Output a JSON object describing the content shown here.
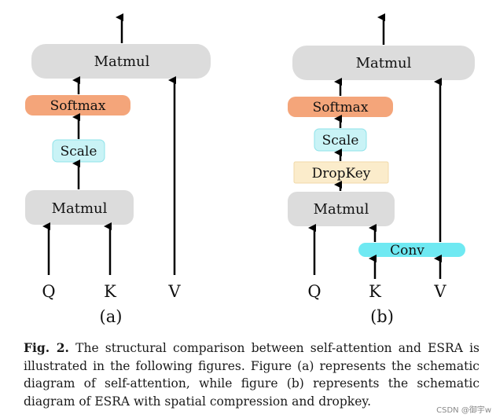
{
  "colors": {
    "matmul": "#dcdcdc",
    "softmax": "#f4a57a",
    "scale": "#c9f3f6",
    "scale_border": "#8fe3ea",
    "dropkey": "#fbeccb",
    "dropkey_border": "#f0d9a8",
    "conv": "#6fe9f2",
    "arrow": "#000000"
  },
  "panel_a": {
    "matmul_top": "Matmul",
    "softmax": "Softmax",
    "scale": "Scale",
    "matmul_bottom": "Matmul",
    "inputs": [
      "Q",
      "K",
      "V"
    ],
    "label": "(a)"
  },
  "panel_b": {
    "matmul_top": "Matmul",
    "softmax": "Softmax",
    "scale": "Scale",
    "dropkey": "DropKey",
    "matmul_bottom": "Matmul",
    "conv": "Conv",
    "inputs": [
      "Q",
      "K",
      "V"
    ],
    "label": "(b)"
  },
  "caption": {
    "fig_label": "Fig. 2.",
    "text": " The structural comparison between self-attention and ESRA is illustrated in the following figures. Figure (a) represents the schematic diagram of self-attention, while figure (b) represents the schematic diagram of ESRA with spatial compression and dropkey."
  },
  "watermark": "CSDN @御宇w"
}
